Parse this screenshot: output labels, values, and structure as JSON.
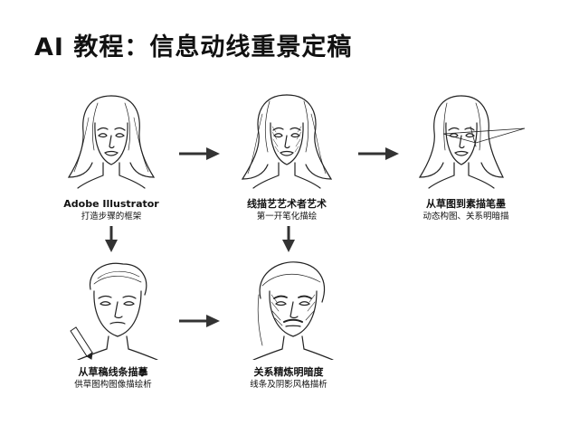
{
  "header": {
    "title": "AI 教程：信息动线重景定稿"
  },
  "steps": [
    {
      "line1": "Adobe Illustrator",
      "line2": "打造步骤的框架"
    },
    {
      "line1": "线描艺艺术者艺术",
      "line2": "第一开笔化描绘"
    },
    {
      "line1": "从草图到素描笔墨",
      "line2": "动态构图、关系明暗描"
    },
    {
      "line1": "从草稿线条描摹",
      "line2": "供草图构图像描绘析"
    },
    {
      "line1": "关系精炼明暗度",
      "line2": "线条及阴影风格描析"
    }
  ]
}
